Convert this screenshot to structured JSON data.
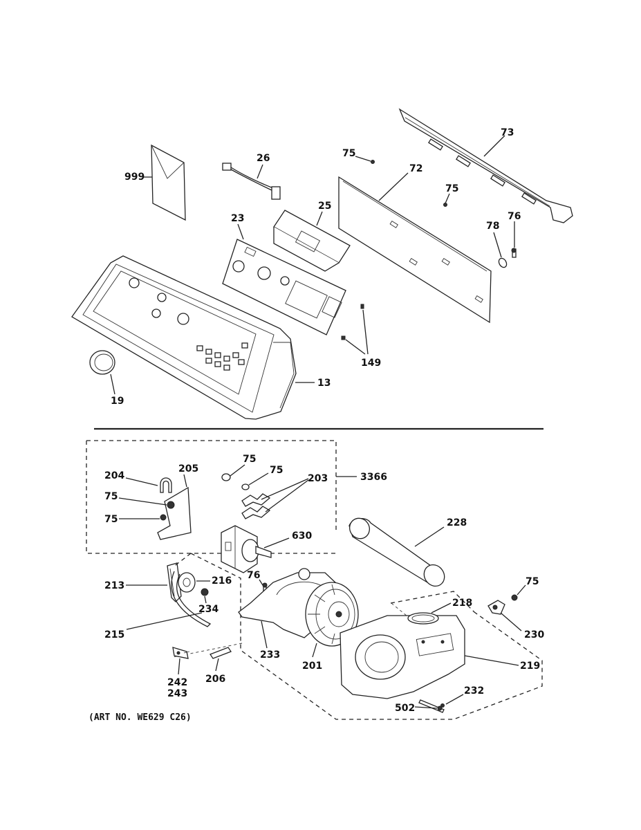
{
  "labels": {
    "l73": "73",
    "l75a": "75",
    "l72": "72",
    "l75b": "75",
    "l26": "26",
    "l999": "999",
    "l25": "25",
    "l23": "23",
    "l78": "78",
    "l76a": "76",
    "l149": "149",
    "l13": "13",
    "l19": "19",
    "l204": "204",
    "l205": "205",
    "l75c": "75",
    "l75d": "75",
    "l75e": "75",
    "l75f": "75",
    "l203": "203",
    "l3366": "3366",
    "l630": "630",
    "l228": "228",
    "l213": "213",
    "l216": "216",
    "l76b": "76",
    "l234": "234",
    "l218": "218",
    "l75g": "75",
    "l215": "215",
    "l233": "233",
    "l201": "201",
    "l230": "230",
    "l219": "219",
    "l242": "242",
    "l243": "243",
    "l206": "206",
    "l232": "232",
    "l502": "502"
  },
  "art_number": "(ART NO. WE629 C26)"
}
